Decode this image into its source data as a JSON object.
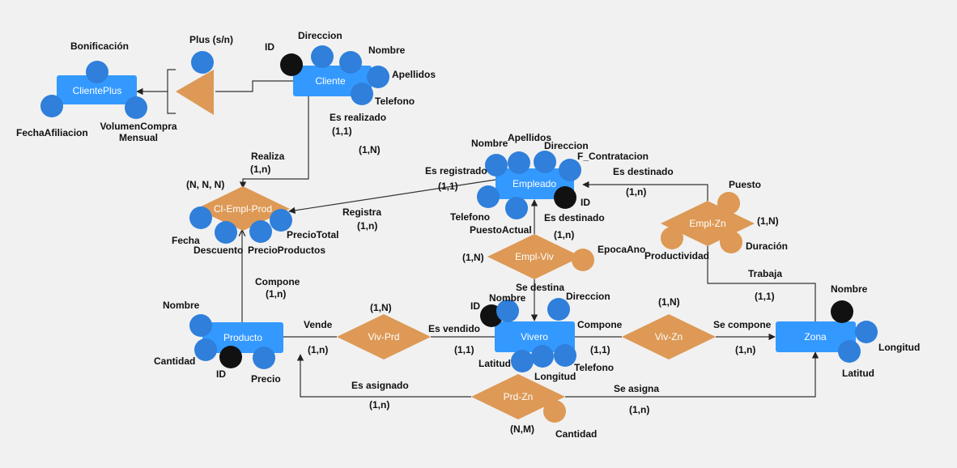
{
  "colors": {
    "background": "#f1f1f1",
    "entity": "#3399ff",
    "relationship": "#dd9955",
    "attribute": "#2f7fdb",
    "key_attribute": "#111111",
    "relationship_attribute": "#dd9955",
    "line": "#333333"
  },
  "entities": {
    "clienteplus": "ClientePlus",
    "cliente": "Cliente",
    "empleado": "Empleado",
    "producto": "Producto",
    "vivero": "Vivero",
    "zona": "Zona"
  },
  "relationships": {
    "cl_empl_prod": "Cl-Empl-Prod",
    "empl_zn": "Empl-Zn",
    "empl_viv": "Empl-Viv",
    "viv_prd": "Viv-Prd",
    "viv_zn": "Viv-Zn",
    "prd_zn": "Prd-Zn"
  },
  "attribute_labels": {
    "bonificacion": "Bonificación",
    "fecha_afiliacion": "FechaAfiliacion",
    "volumen_compra": "VolumenCompra\nMensual",
    "plus_sn": "Plus (s/n)",
    "cliente_id": "ID",
    "cliente_direccion": "Direccion",
    "cliente_nombre": "Nombre",
    "cliente_apellidos": "Apellidos",
    "cliente_telefono": "Telefono",
    "empl_nombre": "Nombre",
    "empl_apellidos": "Apellidos",
    "empl_direccion": "Direccion",
    "empl_fcontratacion": "F_Contratacion",
    "empl_telefono": "Telefono",
    "empl_puesto_actual": "PuestoActual",
    "empl_id": "ID",
    "fecha": "Fecha",
    "descuento": "Descuento",
    "precio_productos": "PrecioProductos",
    "precio_total": "PrecioTotal",
    "puesto": "Puesto",
    "duracion": "Duración",
    "productividad": "Productividad",
    "epoca_ano": "EpocaAno",
    "prod_nombre": "Nombre",
    "prod_cantidad": "Cantidad",
    "prod_id": "ID",
    "prod_precio": "Precio",
    "viv_id": "ID",
    "viv_nombre": "Nombre",
    "viv_direccion": "Direccion",
    "viv_latitud": "Latitud",
    "viv_longitud": "Longitud",
    "viv_telefono": "Telefono",
    "zona_nombre": "Nombre",
    "zona_longitud": "Longitud",
    "zona_latitud": "Latitud",
    "prdzn_cantidad": "Cantidad"
  },
  "edge_labels": {
    "es_realizado": "Es realizado",
    "card_11_a": "(1,1)",
    "card_1N_a": "(1,N)",
    "realiza": "Realiza",
    "card_1n_a": "(1,n)",
    "nnn": "(N, N, N)",
    "es_registrado": "Es registrado",
    "card_11_b": "(1,1)",
    "registra": "Registra",
    "card_1n_b": "(1,n)",
    "es_destinado_1": "Es destinado",
    "card_1n_c": "(1,n)",
    "card_1N_b": "(1,N)",
    "es_destinado_2": "Es destinado",
    "card_1n_d": "(1,n)",
    "card_1N_c": "(1,N)",
    "se_destina": "Se destina",
    "trabaja": "Trabaja",
    "card_11_c": "(1,1)",
    "compone_1": "Compone",
    "card_1n_e": "(1,n)",
    "vende": "Vende",
    "card_1n_f": "(1,n)",
    "card_1N_d": "(1,N)",
    "es_vendido": "Es vendido",
    "card_11_d": "(1,1)",
    "compone_2": "Compone",
    "card_11_e": "(1,1)",
    "card_1N_e": "(1,N)",
    "se_compone": "Se compone",
    "card_1n_g": "(1,n)",
    "es_asignado": "Es asignado",
    "card_1n_h": "(1,n)",
    "se_asigna": "Se asigna",
    "card_1n_i": "(1,n)",
    "card_NM": "(N,M)"
  }
}
